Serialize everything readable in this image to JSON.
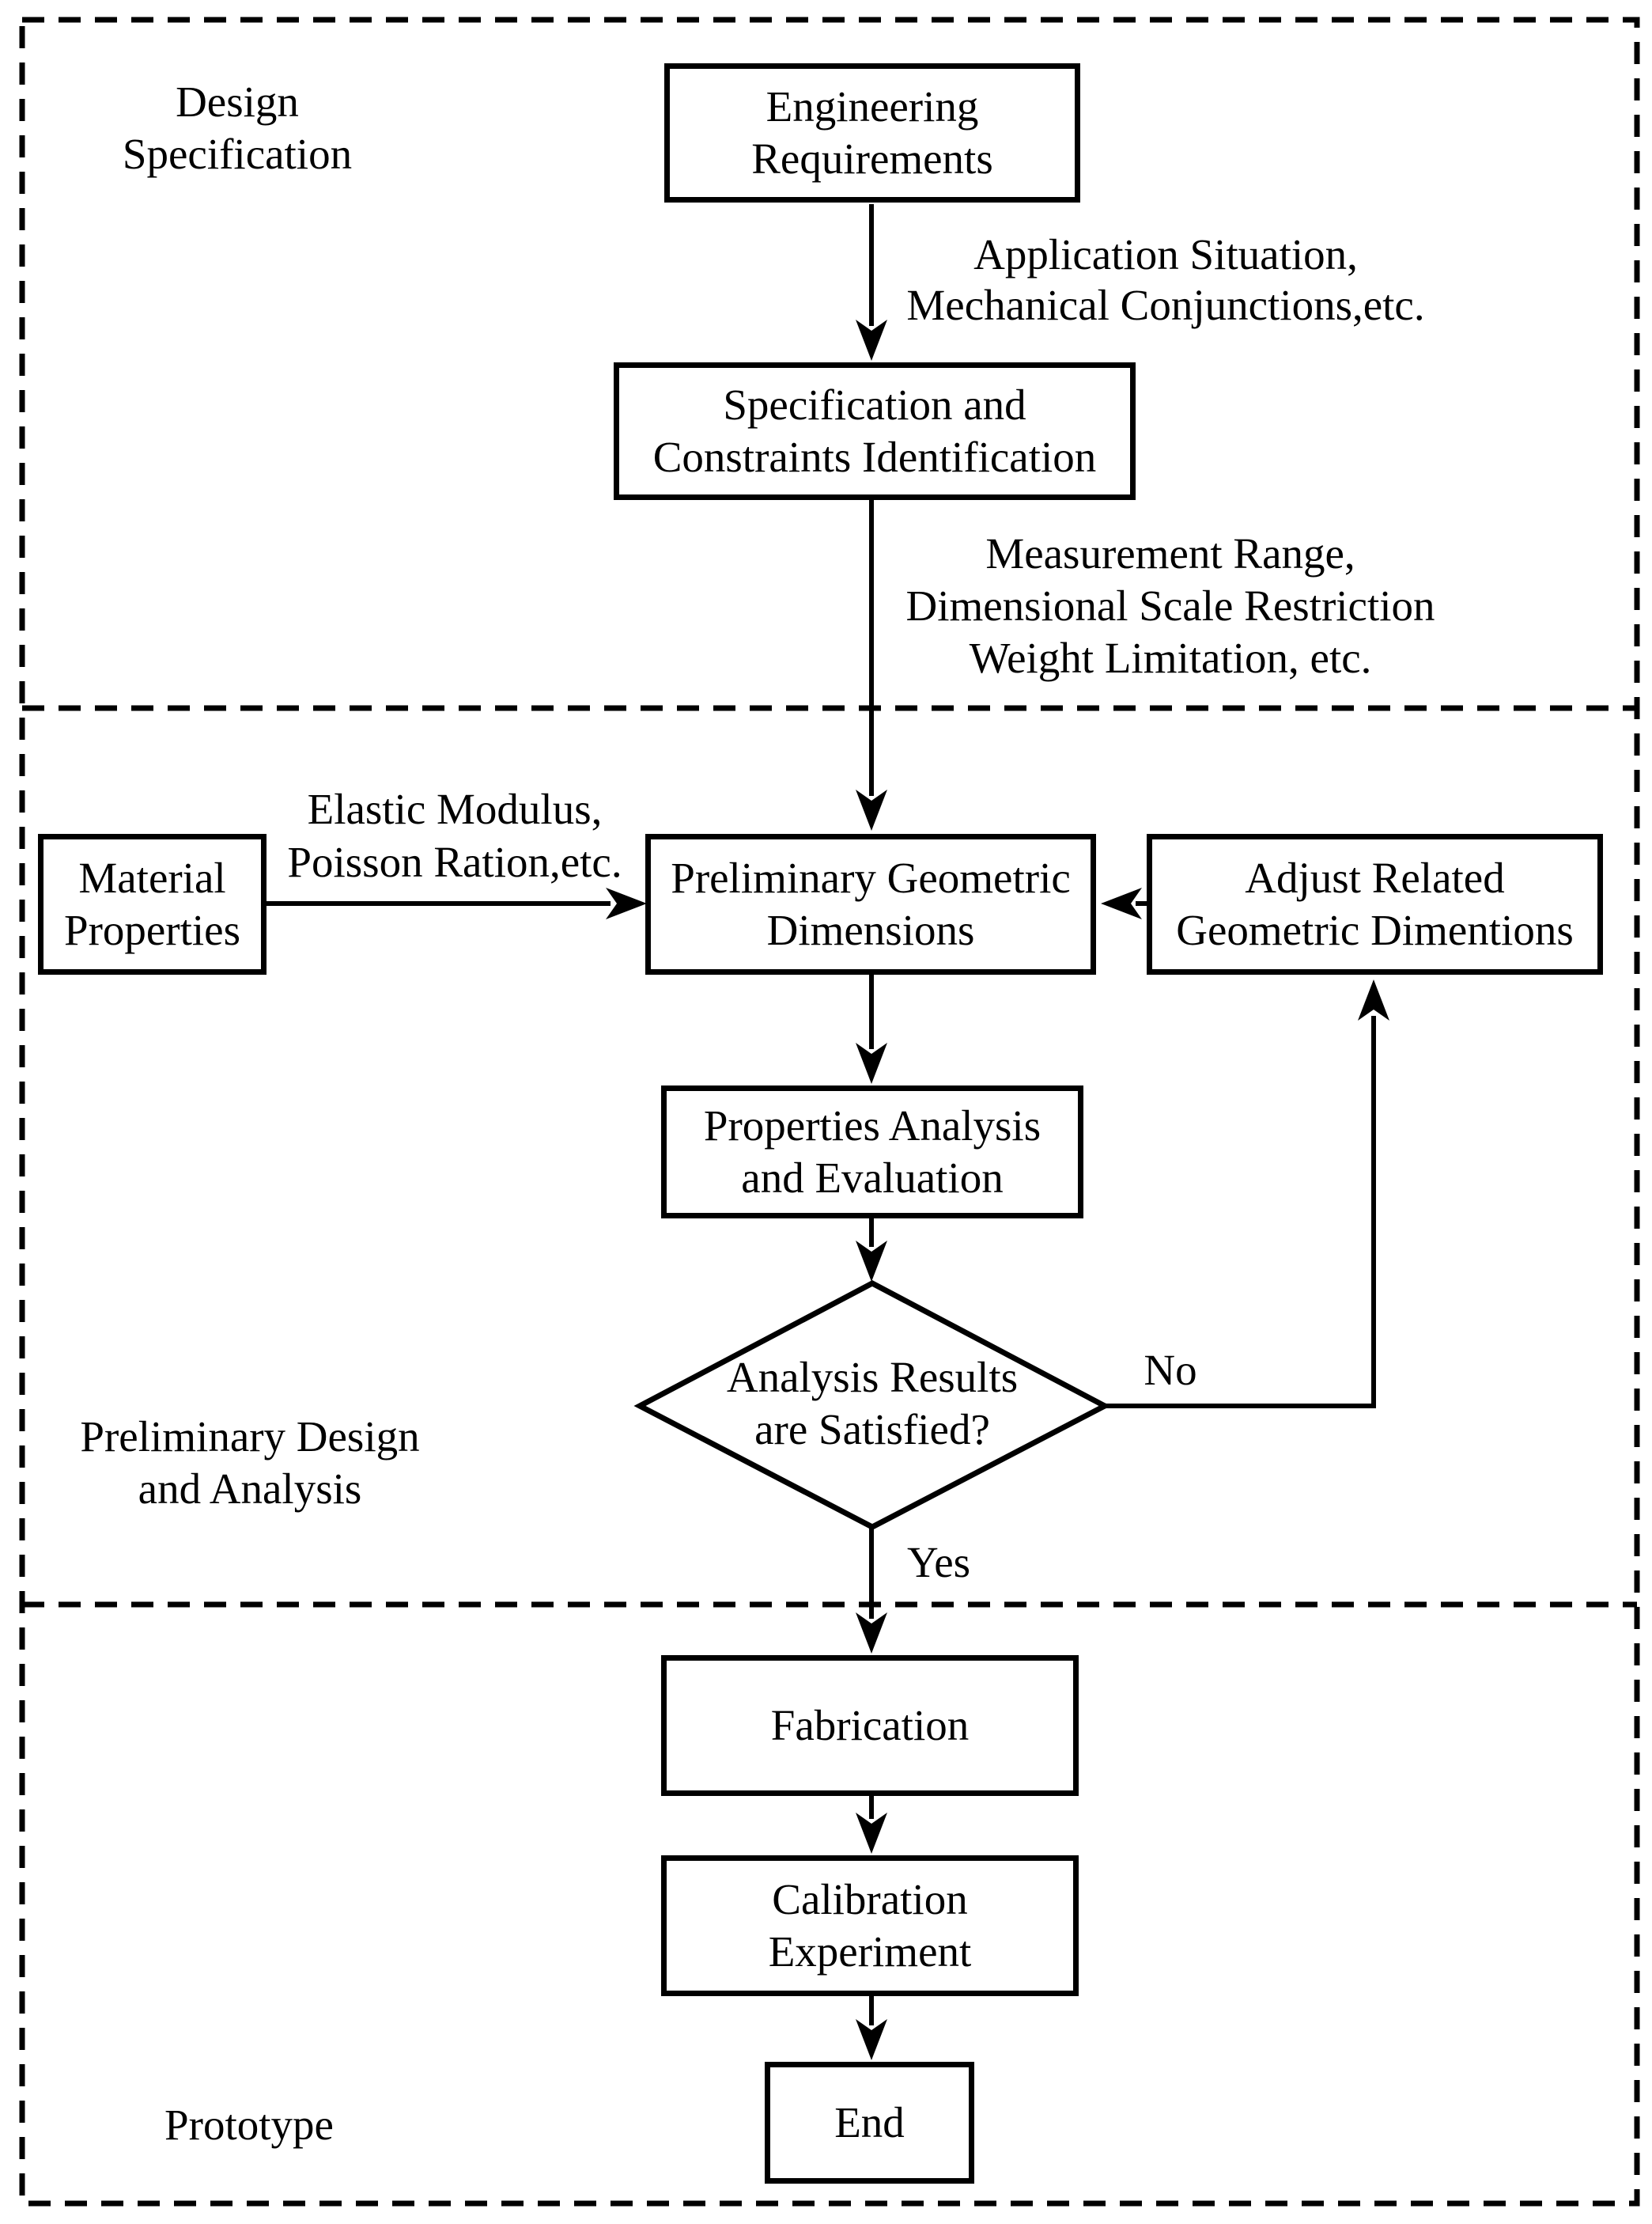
{
  "colors": {
    "ink": "#000000",
    "background": "#ffffff"
  },
  "sections": {
    "design_specification": {
      "line1": "Design",
      "line2": "Specification"
    },
    "preliminary_design": {
      "line1": "Preliminary Design",
      "line2": "and Analysis"
    },
    "prototype": {
      "line1": "Prototype"
    }
  },
  "nodes": {
    "engineering_requirements": {
      "line1": "Engineering",
      "line2": "Requirements"
    },
    "specification_constraints": {
      "line1": "Specification and",
      "line2": "Constraints Identification"
    },
    "material_properties": {
      "line1": "Material",
      "line2": "Properties"
    },
    "preliminary_geometric": {
      "line1": "Preliminary Geometric",
      "line2": "Dimensions"
    },
    "adjust_related": {
      "line1": "Adjust Related",
      "line2": "Geometric Dimentions"
    },
    "properties_analysis": {
      "line1": "Properties Analysis",
      "line2": "and Evaluation"
    },
    "decision": {
      "line1": "Analysis Results",
      "line2": "are Satisfied?"
    },
    "fabrication": {
      "line1": "Fabrication"
    },
    "calibration": {
      "line1": "Calibration",
      "line2": "Experiment"
    },
    "end": {
      "line1": "End"
    }
  },
  "edge_labels": {
    "application": {
      "line1": "Application Situation,",
      "line2": "Mechanical Conjunctions,etc."
    },
    "measurement": {
      "line1": "Measurement Range,",
      "line2": "Dimensional Scale Restriction",
      "line3": "Weight Limitation, etc."
    },
    "elastic": {
      "line1": "Elastic Modulus,",
      "line2": "Poisson Ration,etc."
    },
    "yes": "Yes",
    "no": "No"
  }
}
